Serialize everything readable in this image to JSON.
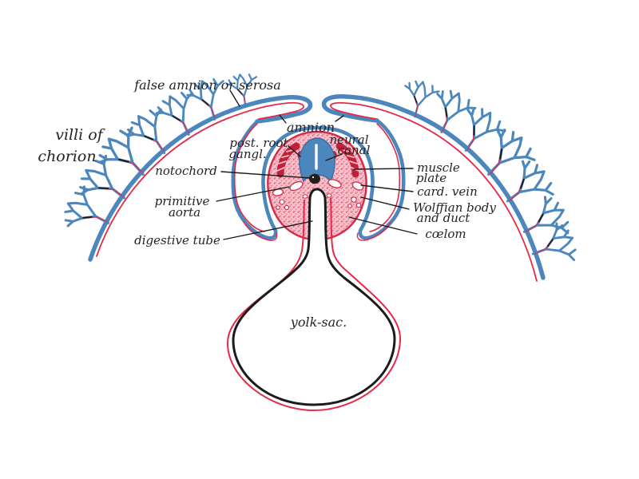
{
  "diagram": {
    "background_color": "#ffffff",
    "colors": {
      "membrane_blue": "#4b86bd",
      "vessel_red": "#e42a48",
      "body_pink": "#f6bfca",
      "stipple_red": "#e0607b",
      "muscle_dark_red": "#c0203a",
      "outline_black": "#1b1b1b",
      "text_color": "#232323"
    },
    "labels": {
      "false_amnion": {
        "text": "false amnion or serosa"
      },
      "villi_of_chorion": {
        "line1": "villi of",
        "line2": "chorion"
      },
      "amnion": {
        "text": "amnion"
      },
      "post_root_gangl": {
        "line1": "post. root",
        "line2": "gangl."
      },
      "neural_canal": {
        "line1": "neural",
        "line2": "canal"
      },
      "notochord": {
        "text": "notochord"
      },
      "primitive_aorta": {
        "line1": "primitive",
        "line2": "aorta"
      },
      "muscle_plate": {
        "line1": "muscle",
        "line2": "plate"
      },
      "card_vein": {
        "text": "card. vein"
      },
      "wolffian": {
        "line1": "Wolffian body",
        "line2": "and duct"
      },
      "digestive_tube": {
        "text": "digestive tube"
      },
      "coelom": {
        "text": "cœlom"
      },
      "yolk_sac": {
        "text": "yolk-sac."
      }
    }
  }
}
